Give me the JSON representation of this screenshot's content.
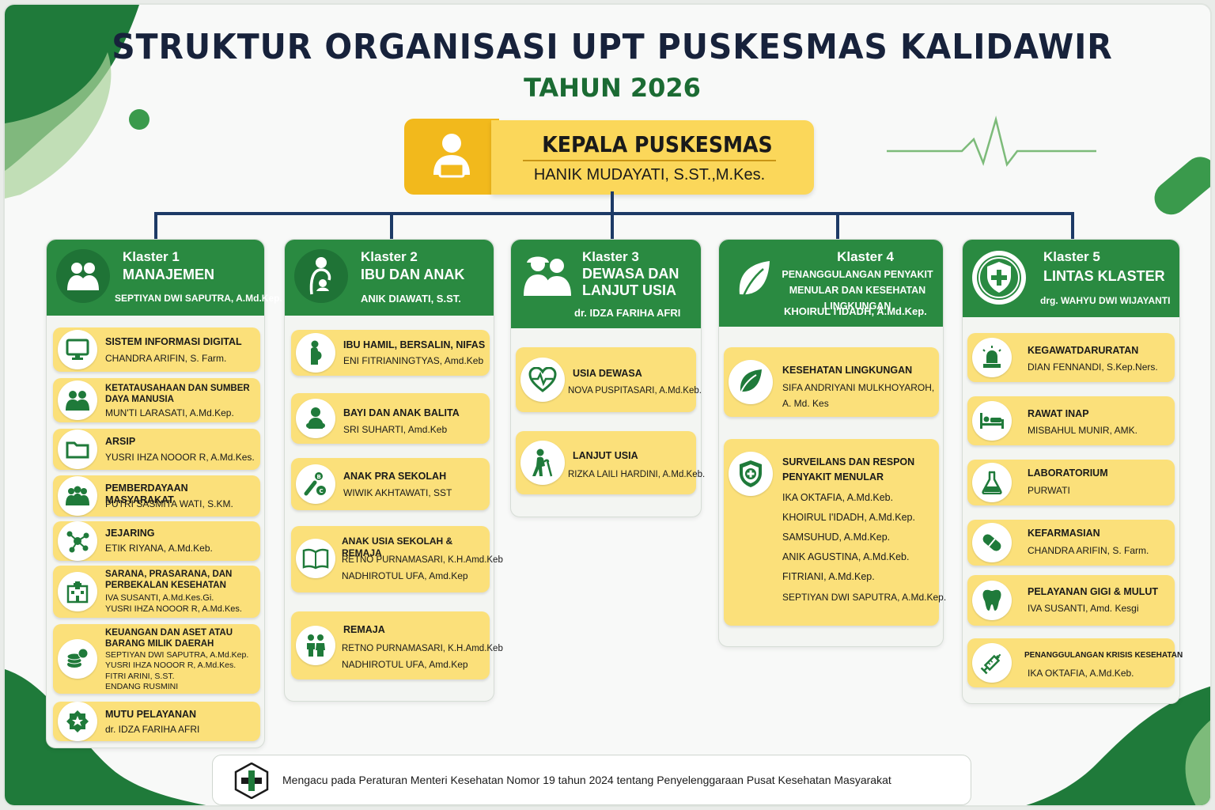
{
  "title": "STRUKTUR ORGANISASI UPT PUSKESMAS KALIDAWIR",
  "subtitle": "TAHUN 2026",
  "colors": {
    "green": "#2a8a41",
    "dark_green": "#1b6b33",
    "yellow": "#fbe07a",
    "gold": "#f2b91c",
    "navy": "#1d3a66"
  },
  "head": {
    "title": "KEPALA PUSKESMAS",
    "name": "HANIK MUDAYATI, S.ST.,M.Kes.",
    "icon": "doctor-icon"
  },
  "clusters": [
    {
      "number": "Klaster 1",
      "name": "MANAJEMEN",
      "leader": "SEPTIYAN DWI SAPUTRA, A.Md.Kep.",
      "icon": "people-icon",
      "items": [
        {
          "title": "SISTEM INFORMASI DIGITAL",
          "people": [
            "CHANDRA ARIFIN, S. Farm."
          ],
          "icon": "monitor-icon"
        },
        {
          "title": "KETATAUSAHAAN DAN SUMBER DAYA MANUSIA",
          "people": [
            "MUN'TI LARASATI, A.Md.Kep."
          ],
          "icon": "team-icon"
        },
        {
          "title": "ARSIP",
          "people": [
            "YUSRI IHZA NOOOR R, A.Md.Kes."
          ],
          "icon": "folder-icon"
        },
        {
          "title": "PEMBERDAYAAN MASYARAKAT",
          "people": [
            "PUTRI SASMITA WATI, S.KM."
          ],
          "icon": "community-icon"
        },
        {
          "title": "JEJARING",
          "people": [
            "ETIK RIYANA, A.Md.Keb."
          ],
          "icon": "network-icon"
        },
        {
          "title": "SARANA, PRASARANA, DAN PERBEKALAN KESEHATAN",
          "people": [
            "IVA SUSANTI, A.Md.Kes.Gi.",
            "YUSRI IHZA NOOOR R, A.Md.Kes."
          ],
          "icon": "hospital-icon"
        },
        {
          "title": "KEUANGAN DAN ASET ATAU BARANG MILIK DAERAH",
          "people": [
            "SEPTIYAN DWI SAPUTRA, A.Md.Kep.",
            "YUSRI IHZA NOOOR R, A.Md.Kes.",
            "FITRI ARINI, S.ST.",
            "ENDANG RUSMINI"
          ],
          "icon": "coins-icon"
        },
        {
          "title": "MUTU PELAYANAN",
          "people": [
            "dr. IDZA FARIHA AFRI"
          ],
          "icon": "quality-badge-icon"
        }
      ]
    },
    {
      "number": "Klaster 2",
      "name": "IBU DAN ANAK",
      "leader": "ANIK DIAWATI, S.ST.",
      "icon": "mother-child-icon",
      "items": [
        {
          "title": "IBU HAMIL, BERSALIN, NIFAS",
          "people": [
            "ENI FITRIANINGTYAS, Amd.Keb"
          ],
          "icon": "pregnant-icon"
        },
        {
          "title": "BAYI DAN ANAK BALITA",
          "people": [
            "SRI SUHARTI, Amd.Keb"
          ],
          "icon": "baby-icon"
        },
        {
          "title": "ANAK PRA SEKOLAH",
          "people": [
            "WIWIK AKHTAWATI, SST"
          ],
          "icon": "blocks-icon"
        },
        {
          "title": "ANAK USIA SEKOLAH & REMAJA",
          "people": [
            "RETNO PURNAMASARI, K.H.Amd.Keb",
            "NADHIROTUL UFA, Amd.Kep"
          ],
          "icon": "book-icon"
        },
        {
          "title": "REMAJA",
          "people": [
            "RETNO PURNAMASARI, K.H.Amd.Keb",
            "NADHIROTUL UFA, Amd.Kep"
          ],
          "icon": "teens-icon"
        }
      ]
    },
    {
      "number": "Klaster 3",
      "name": "DEWASA DAN LANJUT USIA",
      "leader": "dr. IDZA FARIHA AFRI",
      "icon": "adults-icon",
      "items": [
        {
          "title": "USIA DEWASA",
          "people": [
            "NOVA PUSPITASARI, A.Md.Keb."
          ],
          "icon": "heart-pulse-icon"
        },
        {
          "title": "LANJUT USIA",
          "people": [
            "RIZKA LAILI HARDINI, A.Md.Keb."
          ],
          "icon": "elderly-icon"
        }
      ]
    },
    {
      "number": "Klaster 4",
      "name": "PENANGGULANGAN PENYAKIT MENULAR DAN KESEHATAN LINGKUNGAN",
      "leader": "KHOIRUL I'IDADH, A.Md.Kep.",
      "icon": "leaf-icon",
      "items": [
        {
          "title": "KESEHATAN LINGKUNGAN",
          "people": [
            "SIFA ANDRIYANI MULKHOYAROH,",
            "A. Md. Kes"
          ],
          "icon": "leaf-icon"
        },
        {
          "title": "SURVEILANS DAN RESPON PENYAKIT MENULAR",
          "people": [
            "IKA OKTAFIA, A.Md.Keb.",
            "KHOIRUL I'IDADH, A.Md.Kep.",
            "SAMSUHUD, A.Md.Kep.",
            "ANIK AGUSTINA, A.Md.Keb.",
            "FITRIANI, A.Md.Kep.",
            "SEPTIYAN DWI SAPUTRA, A.Md.Kep."
          ],
          "icon": "shield-plus-icon"
        }
      ]
    },
    {
      "number": "Klaster 5",
      "name": "LINTAS KLASTER",
      "leader": "drg. WAHYU DWI WIJAYANTI",
      "icon": "shield-cross-icon",
      "items": [
        {
          "title": "KEGAWATDARURATAN",
          "people": [
            "DIAN FENNANDI, S.Kep.Ners."
          ],
          "icon": "siren-icon"
        },
        {
          "title": "RAWAT INAP",
          "people": [
            "MISBAHUL MUNIR, AMK."
          ],
          "icon": "bed-icon"
        },
        {
          "title": "LABORATORIUM",
          "people": [
            "PURWATI"
          ],
          "icon": "flask-icon"
        },
        {
          "title": "KEFARMASIAN",
          "people": [
            "CHANDRA ARIFIN, S. Farm."
          ],
          "icon": "pill-icon"
        },
        {
          "title": "PELAYANAN GIGI & MULUT",
          "people": [
            "IVA SUSANTI, Amd. Kesgi"
          ],
          "icon": "tooth-icon"
        },
        {
          "title": "PENANGGULANGAN KRISIS KESEHATAN",
          "people": [
            "IKA OKTAFIA, A.Md.Keb."
          ],
          "icon": "syringe-icon"
        }
      ]
    }
  ],
  "footer": {
    "text": "Mengacu pada Peraturan Menteri Kesehatan Nomor 19 tahun 2024 tentang Penyelenggaraan Pusat Kesehatan Masyarakat",
    "icon": "health-logo-icon"
  }
}
